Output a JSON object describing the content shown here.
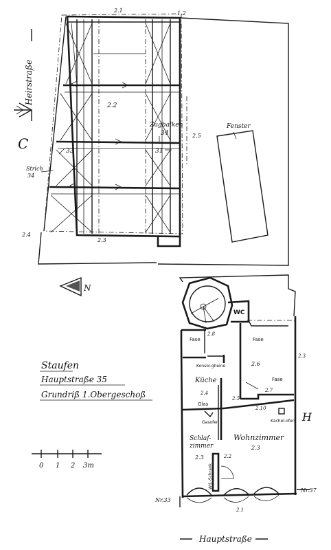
{
  "street_labels": {
    "heirstrasse": "Heirstraße",
    "hauptstrasse": "Hauptstraße"
  },
  "top_plan": {
    "dims": {
      "top": "2.1",
      "corner_top_right": "1.2",
      "middle": "2.2",
      "right": "2.5",
      "bottom": "2.3",
      "corner_bottom_left": "2.4"
    },
    "zugbalken": "Zugbalken",
    "zugbalken_id": "34",
    "beam_left": "33",
    "beam_right": "31",
    "strich": "Strich",
    "strich_id": "34",
    "fenster": "Fenster",
    "section_marker": "C"
  },
  "north": "N",
  "title_block": {
    "town": "Staufen",
    "address": "Hauptstraße 35",
    "subtitle": "Grundriß 1.Obergeschoß"
  },
  "scale": {
    "labels": [
      "0",
      "1",
      "2",
      "3m"
    ]
  },
  "floor_plan": {
    "wc": "WC",
    "fase_left": "Fase",
    "fase_right": "Fase",
    "fase_mid": "Fase",
    "dim_28": "2.8",
    "kuche_note": "Konsol-gheine",
    "kuche": "Küche",
    "dim_24": "2.4",
    "dim_26": "2.6",
    "dim_27": "2.7",
    "dim_23_right": "2.3",
    "dim_25": "2.5",
    "glas": "Glas",
    "gaswand": "Gasofen",
    "dim_210": "2.10",
    "kachelofen": "Kachel-ofen",
    "schlafzimmer_1": "Schlaf-",
    "schlafzimmer_2": "zimmer",
    "wohnzimmer": "Wohnzimmer",
    "dim_wz": "2.3",
    "dim_sz": "2.3",
    "dim_22": "2.2",
    "schrank": "Wd.-Schrank",
    "nr_left": "Nr.33",
    "nr_right": "Nr.37",
    "dim_21": "2.1",
    "section_marker": "H"
  }
}
